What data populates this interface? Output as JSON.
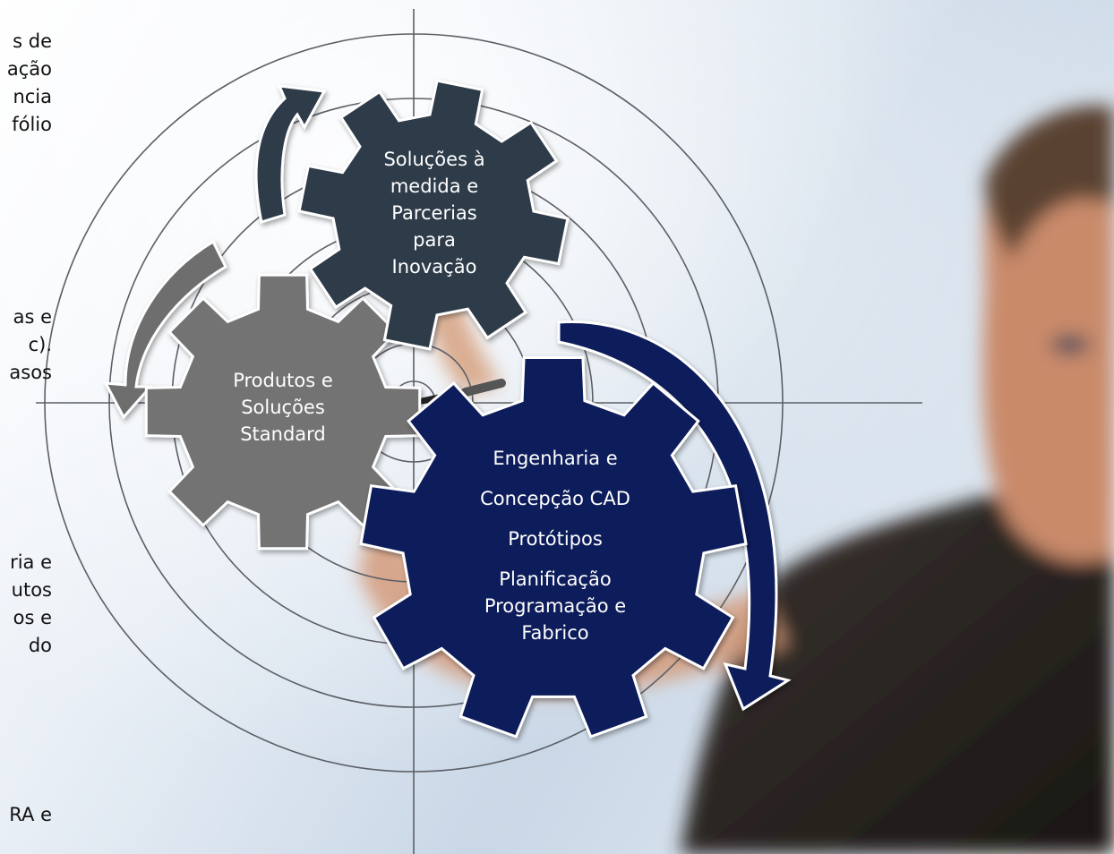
{
  "left_text_fragments": [
    {
      "lines": [
        "s de",
        "ação",
        "ncia",
        "fólio"
      ]
    },
    {
      "lines": [
        "as e",
        "c).",
        "asos"
      ]
    },
    {
      "lines": [
        "ria e",
        "utos",
        "os e",
        "do"
      ]
    },
    {
      "lines": [
        "RA e"
      ]
    }
  ],
  "gears": {
    "top": {
      "lines": [
        "Soluções à",
        "medida e",
        "Parcerias",
        "para",
        "Inovação"
      ],
      "color": "#2f3a4a"
    },
    "left": {
      "lines": [
        "Produtos e",
        "Soluções",
        "Standard"
      ],
      "color": "#737373"
    },
    "bottom": {
      "lines": [
        "Engenharia e",
        "Concepção CAD",
        "Protótipos",
        "Planificação",
        "Programação e",
        "Fabrico"
      ],
      "color": "#0f1d5a"
    }
  },
  "arrows": {
    "top_left_color": "#2f3a4a",
    "left_color": "#6e6e6e",
    "right_color": "#0f1d5a"
  },
  "icons": [
    "target-icon",
    "gear-icon",
    "curved-arrow-icon"
  ]
}
